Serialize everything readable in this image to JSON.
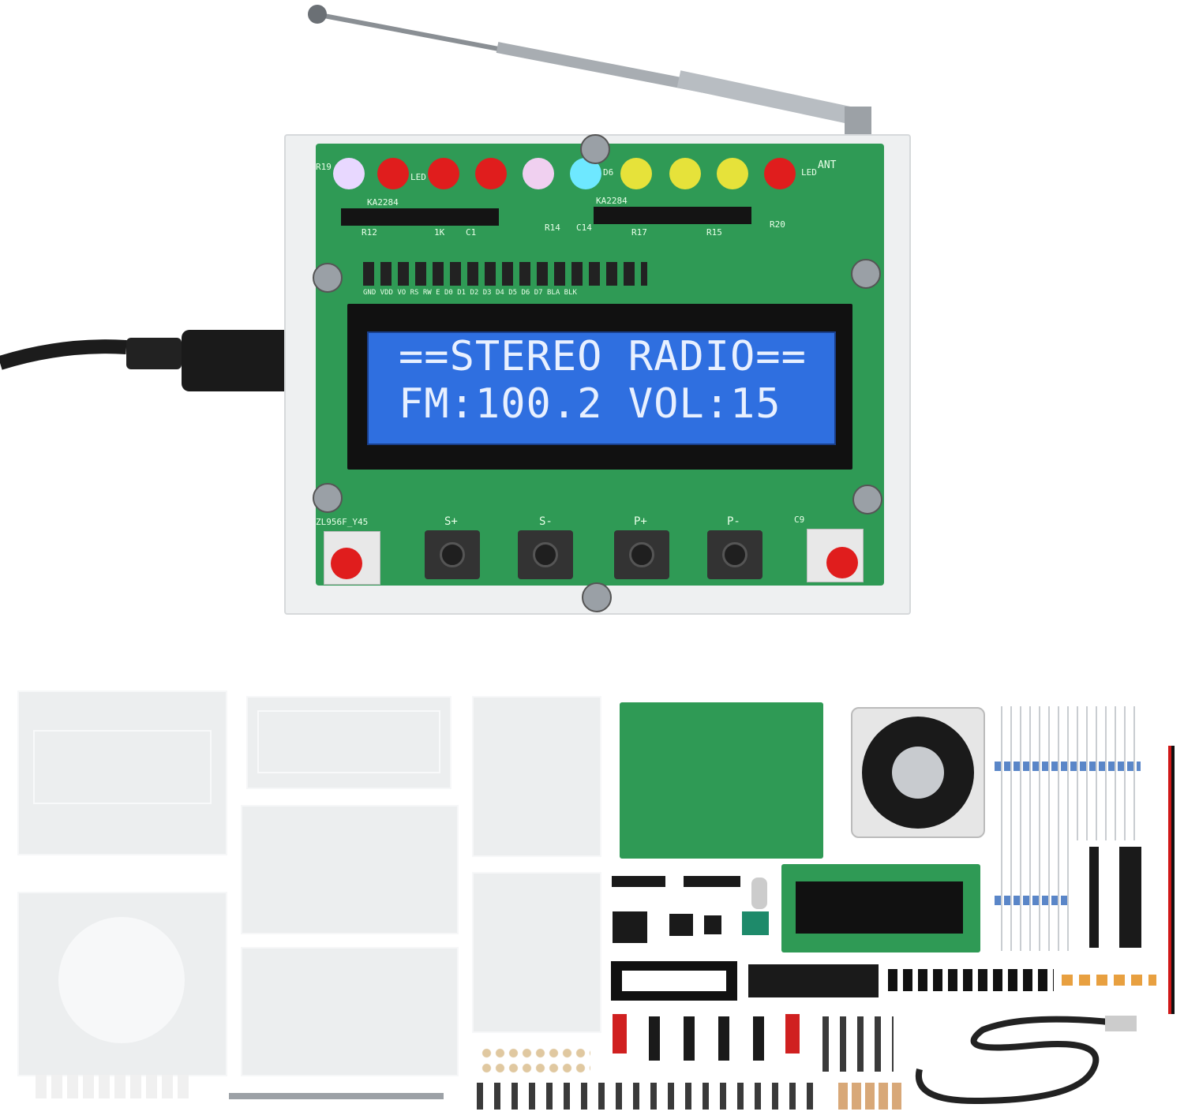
{
  "display": {
    "line1": "==STEREO RADIO==",
    "line2": "FM:100.2 VOL:15"
  },
  "pcb_labels": {
    "chip_left": "KA2284",
    "chip_right": "KA2284",
    "r12": "R12",
    "k1": "1K",
    "c1": "C1",
    "r14": "R14",
    "c14": "C14",
    "r17": "R17",
    "r15": "R15",
    "r20": "R20",
    "r19": "R19",
    "c9": "C9",
    "led_left": "LED",
    "led_right": "LED",
    "d6": "D6",
    "ant": "ANT",
    "model": "ZL956F_Y45",
    "pins": "GND VDD VO RS RW E D0 D1 D2 D3 D4 D5 D6 D7 BLA BLK",
    "btn1": "S+",
    "btn2": "S-",
    "btn3": "P+",
    "btn4": "P-"
  },
  "colors": {
    "pcb": "#2f9a55",
    "lcd": "#2f6fe0",
    "led_red": "#e01d1d",
    "led_yellow": "#e6e23a",
    "led_white": "#e8d8ff",
    "led_cyan": "#6ee8ff"
  },
  "icons": [
    "antenna-icon",
    "screw-icon",
    "power-cable-icon",
    "speaker-icon",
    "usb-cable-icon"
  ]
}
